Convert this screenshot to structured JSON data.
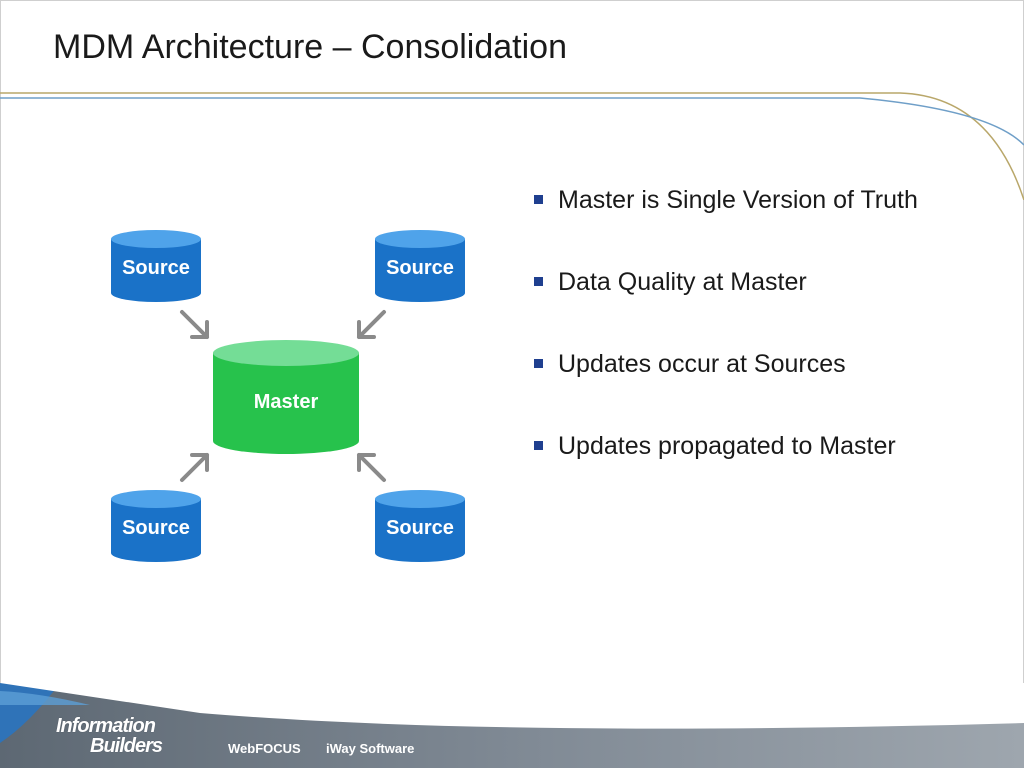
{
  "slide": {
    "title": "MDM Architecture – Consolidation"
  },
  "diagram": {
    "sources": [
      {
        "label": "Source"
      },
      {
        "label": "Source"
      },
      {
        "label": "Source"
      },
      {
        "label": "Source"
      }
    ],
    "master": {
      "label": "Master"
    },
    "colors": {
      "source_fill": "#1a72c8",
      "master_fill": "#27c24c",
      "arrow": "#8a8a8a"
    }
  },
  "bullets": [
    "Master is Single Version of Truth",
    "Data Quality at Master",
    "Updates occur at Sources",
    "Updates propagated to Master"
  ],
  "footer": {
    "logo_line1": "Information",
    "logo_line2": "Builders",
    "product1": "WebFOCUS",
    "product2": "iWay Software"
  }
}
